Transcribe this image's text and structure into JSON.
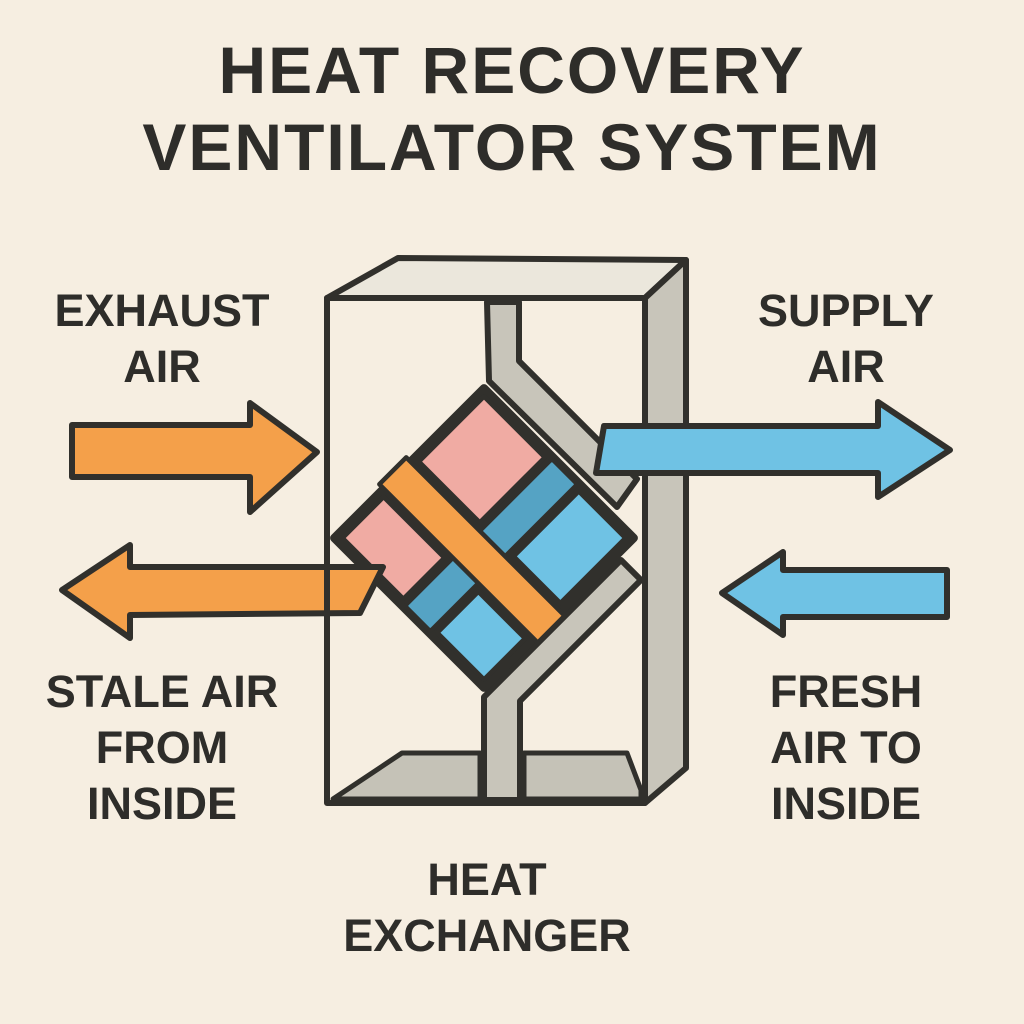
{
  "title": {
    "line1": "HEAT RECOVERY",
    "line2": "VENTILATOR SYSTEM"
  },
  "labels": {
    "exhaust_air": {
      "line1": "EXHAUST",
      "line2": "AIR"
    },
    "supply_air": {
      "line1": "SUPPLY",
      "line2": "AIR"
    },
    "stale_air": {
      "line1": "STALE AIR",
      "line2": "FROM",
      "line3": "INSIDE"
    },
    "fresh_air": {
      "line1": "FRESH",
      "line2": "AIR TO",
      "line3": "INSIDE"
    },
    "heat_exchanger": {
      "line1": "HEAT",
      "line2": "EXCHANGER"
    }
  },
  "diagram": {
    "arrows": [
      {
        "id": "exhaust-air-arrow",
        "label": "EXHAUST AIR",
        "direction": "right",
        "color": "#f4a04a"
      },
      {
        "id": "stale-air-arrow",
        "label": "STALE AIR FROM INSIDE",
        "direction": "left",
        "color": "#f4a04a"
      },
      {
        "id": "supply-air-arrow",
        "label": "SUPPLY AIR",
        "direction": "right",
        "color": "#6fc2e4"
      },
      {
        "id": "fresh-air-arrow",
        "label": "FRESH AIR TO INSIDE",
        "direction": "left",
        "color": "#6fc2e4"
      }
    ],
    "core": {
      "label": "HEAT EXCHANGER",
      "panel_colors": {
        "warm_panel": "#f0aba3",
        "cool_panel": "#6fc2e4",
        "cool_channel": "#55a3c4",
        "warm_channel": "#f4a04a"
      }
    }
  },
  "colors": {
    "bg": "#f6eee1",
    "ink": "#2e2d2a",
    "outline": "#31302c",
    "orange": "#f4a04a",
    "pink": "#f0aba3",
    "blue": "#6fc2e4",
    "teal": "#55a3c4",
    "gray": "#c8c5ba",
    "gray-light": "#ebe7dc",
    "gray-mid": "#c5c2b7"
  }
}
